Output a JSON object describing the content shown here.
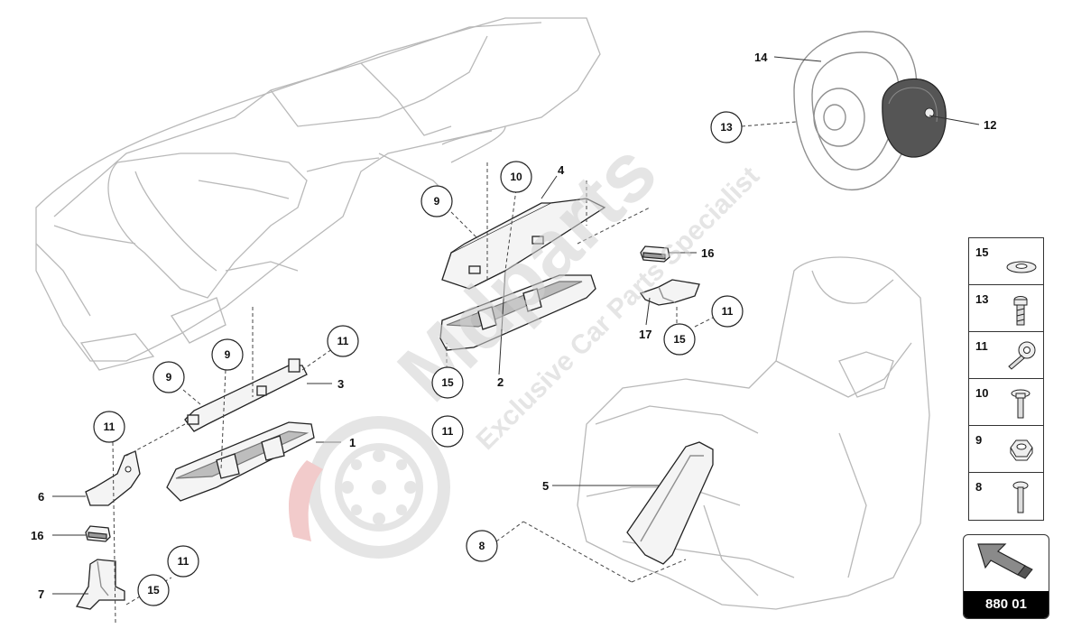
{
  "watermark": {
    "brand": "Mdparts",
    "tagline": "Exclusive Car Parts Specialist"
  },
  "callouts": {
    "c9a": "9",
    "c9b": "9",
    "c9c": "9",
    "c10": "10",
    "c11a": "11",
    "c11b": "11",
    "c11c": "11",
    "c11d": "11",
    "c11e": "11",
    "c13": "13",
    "c15a": "15",
    "c15b": "15",
    "c15c": "15",
    "c8": "8"
  },
  "labels": {
    "l1": "1",
    "l2": "2",
    "l3": "3",
    "l4": "4",
    "l5": "5",
    "l6": "6",
    "l7": "7",
    "l12": "12",
    "l14": "14",
    "l16a": "16",
    "l16b": "16",
    "l17": "17"
  },
  "legend": {
    "items": [
      {
        "number": "15",
        "icon": "washer-icon"
      },
      {
        "number": "13",
        "icon": "screw-torx-icon"
      },
      {
        "number": "11",
        "icon": "bolt-flange-icon"
      },
      {
        "number": "10",
        "icon": "screw-washer-icon"
      },
      {
        "number": "9",
        "icon": "hex-nut-icon"
      },
      {
        "number": "8",
        "icon": "screw-long-icon"
      }
    ]
  },
  "reference": {
    "number": "880 01",
    "icon": "direction-arrow-icon"
  }
}
